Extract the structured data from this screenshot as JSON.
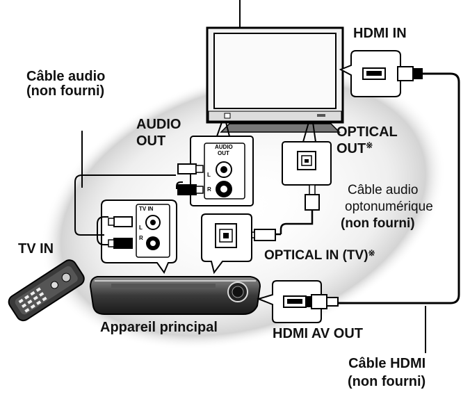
{
  "labels": {
    "tv_hdmi_in": "HDMI IN",
    "audio_cable_line1": "Câble audio",
    "audio_cable_line2": "(non fourni)",
    "audio_out_line1": "AUDIO",
    "audio_out_line2": "OUT",
    "optical_out_line1": "OPTICAL",
    "optical_out_line2": "OUT",
    "optical_out_mark": "※",
    "optical_cable_line1": "Câble audio",
    "optical_cable_line2": "optonumérique",
    "optical_cable_line3": "(non fourni)",
    "tv_in": "TV IN",
    "optical_in_tv": "OPTICAL IN (TV)",
    "optical_in_mark": "※",
    "main_unit": "Appareil principal",
    "hdmi_av_out": "HDMI AV OUT",
    "hdmi_cable_line1": "Câble HDMI",
    "hdmi_cable_line2": "(non fourni)",
    "panel_audio_out_line1": "AUDIO",
    "panel_audio_out_line2": "OUT",
    "panel_tv_in": "TV IN",
    "panel_l": "L",
    "panel_r": "R"
  }
}
